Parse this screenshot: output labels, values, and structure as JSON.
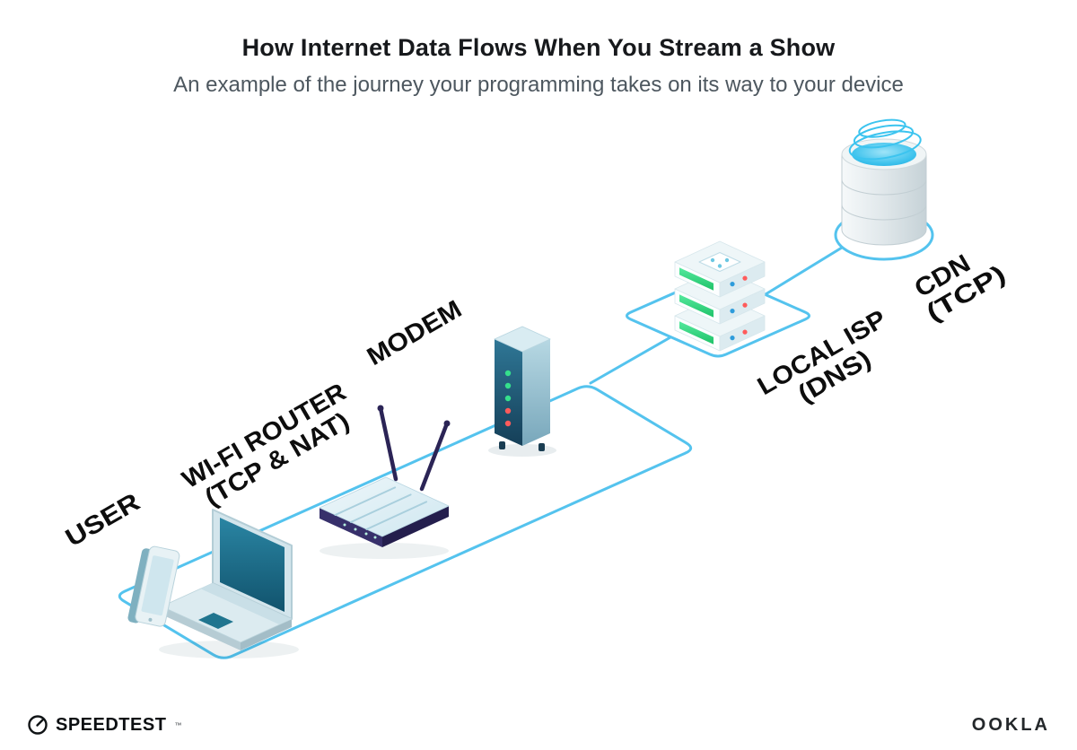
{
  "header": {
    "title": "How Internet Data Flows When You Stream a Show",
    "subtitle": "An example of the journey your programming takes on its way to your device"
  },
  "diagram": {
    "labels": {
      "user": "USER",
      "router_line1": "WI-FI ROUTER",
      "router_line2": "(TCP & NAT)",
      "modem": "MODEM",
      "isp_line1": "LOCAL ISP",
      "isp_line2": "(DNS)",
      "cdn_line1": "CDN",
      "cdn_line2": "(TCP)"
    },
    "colors": {
      "flow_line": "#54c3ee",
      "device_teal": "#1d6f8c",
      "device_dark_teal": "#153f58",
      "router_purple": "#332c5e",
      "led_green": "#35e08c",
      "led_red": "#ff5b5b",
      "server_green": "#2fd67f",
      "cdn_blue": "#2fb9e9",
      "label_text": "#0d0d0d"
    }
  },
  "footer": {
    "speedtest": "SPEEDTEST",
    "speedtest_tm": "™",
    "ookla": "OOKLA"
  }
}
